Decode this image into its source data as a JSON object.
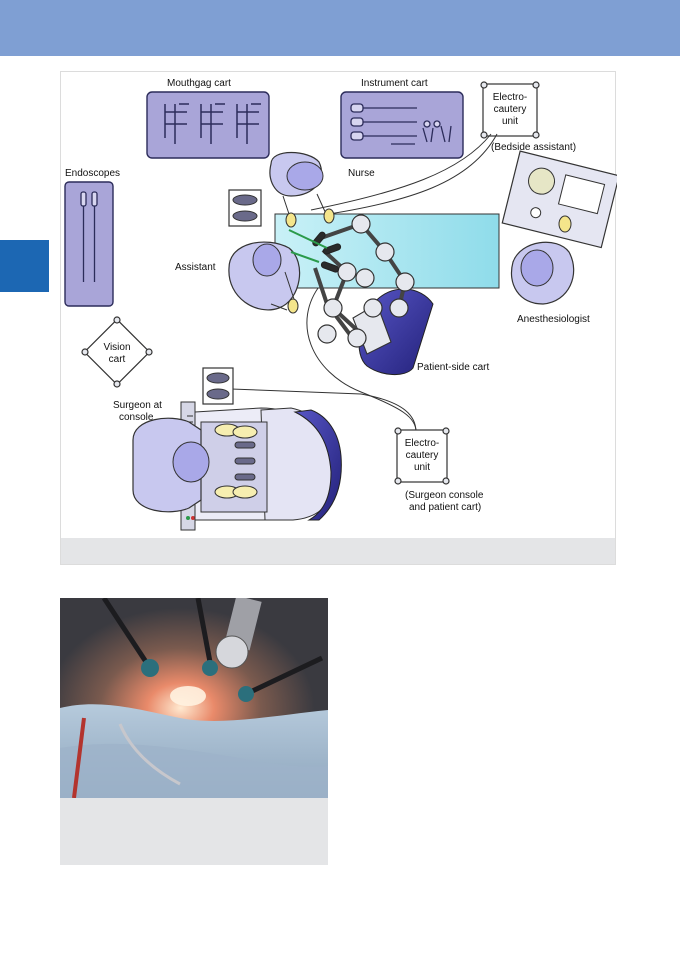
{
  "figure1": {
    "labels": {
      "mouthgag_cart": "Mouthgag cart",
      "instrument_cart": "Instrument cart",
      "electrocautery_top_1": "Electro-",
      "electrocautery_top_2": "cautery",
      "electrocautery_top_3": "unit",
      "bedside_assistant": "(Bedside assistant)",
      "endoscopes": "Endoscopes",
      "nurse": "Nurse",
      "assistant": "Assistant",
      "anesthesiologist": "Anesthesiologist",
      "vision_cart_1": "Vision",
      "vision_cart_2": "cart",
      "patient_side_cart": "Patient-side cart",
      "surgeon_1": "Surgeon at",
      "surgeon_2": "console",
      "electrocautery_bottom_1": "Electro-",
      "electrocautery_bottom_2": "cautery",
      "electrocautery_bottom_3": "unit",
      "surgeon_console_note_1": "(Surgeon console",
      "surgeon_console_note_2": "and patient cart)"
    }
  },
  "colors": {
    "header": "#7f9fd3",
    "side_tab": "#1c67b3",
    "caption_bg": "#e4e5e7",
    "equipment": "#a9a5d8",
    "patient_cart": "#3b3a9a",
    "table": "#a8e6f0"
  }
}
